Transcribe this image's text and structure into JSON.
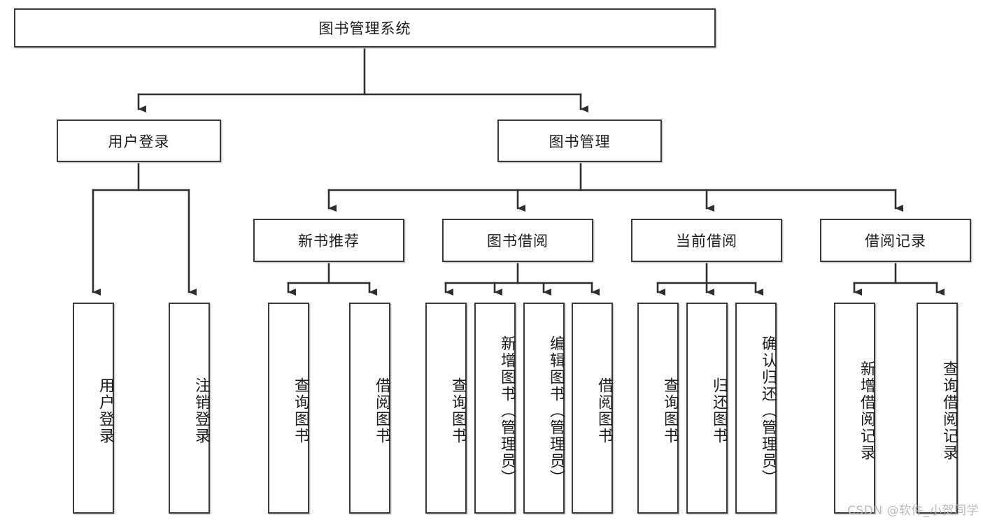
{
  "diagram": {
    "type": "tree-hierarchy-functional-decomposition",
    "root": {
      "label": "图书管理系统"
    },
    "level2": [
      {
        "label": "用户登录"
      },
      {
        "label": "图书管理"
      }
    ],
    "level3": [
      {
        "label": "新书推荐"
      },
      {
        "label": "图书借阅"
      },
      {
        "label": "当前借阅"
      },
      {
        "label": "借阅记录"
      }
    ],
    "leaves_user_login": [
      {
        "label": "用户登录"
      },
      {
        "label": "注销登录"
      }
    ],
    "leaves_new_book": [
      {
        "label": "查询图书"
      },
      {
        "label": "借阅图书"
      }
    ],
    "leaves_borrow": [
      {
        "label": "查询图书"
      },
      {
        "label": "新增图书（管理员）"
      },
      {
        "label": "编辑图书（管理员）"
      },
      {
        "label": "借阅图书"
      }
    ],
    "leaves_current": [
      {
        "label": "查询图书"
      },
      {
        "label": "归还图书"
      },
      {
        "label": "确认归还（管理员）"
      }
    ],
    "leaves_records": [
      {
        "label": "新增借阅记录"
      },
      {
        "label": "查询借阅记录"
      }
    ]
  },
  "watermark": {
    "text": "CSDN @软件_小贺同学"
  },
  "colors": {
    "box_border": "#3a3a3a",
    "box_fill": "#ffffff",
    "line": "#2f2f2f",
    "text": "#1b1b1b",
    "watermark": "#b9b9b9",
    "background": "#ffffff"
  }
}
